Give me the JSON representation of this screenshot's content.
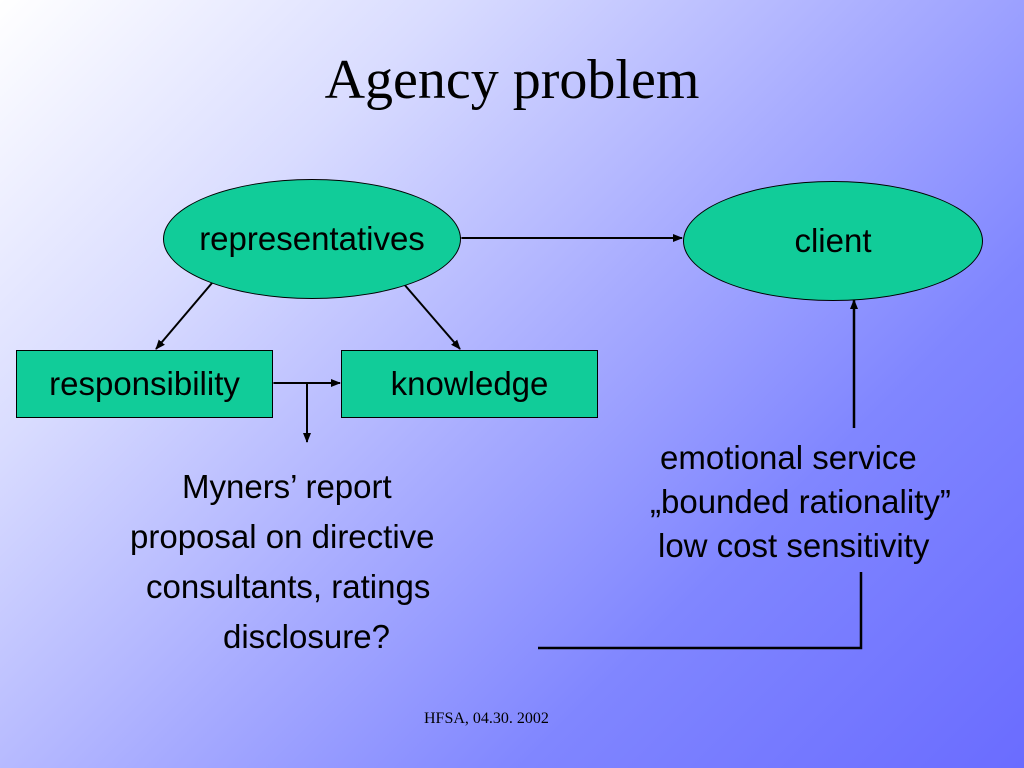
{
  "slide": {
    "title": "Agency problem",
    "footer": "HFSA, 04.30. 2002"
  },
  "nodes": {
    "representatives": "representatives",
    "client": "client",
    "responsibility": "responsibility",
    "knowledge": "knowledge"
  },
  "notes_left": {
    "line1": "Myners’ report",
    "line2": "proposal on directive",
    "line3": "consultants, ratings",
    "line4": "disclosure?"
  },
  "notes_right": {
    "line1": "emotional service",
    "line2": "„bounded rationality”",
    "line3": "low cost sensitivity"
  },
  "colors": {
    "node_fill": "#11cc99",
    "outline": "#000000"
  }
}
